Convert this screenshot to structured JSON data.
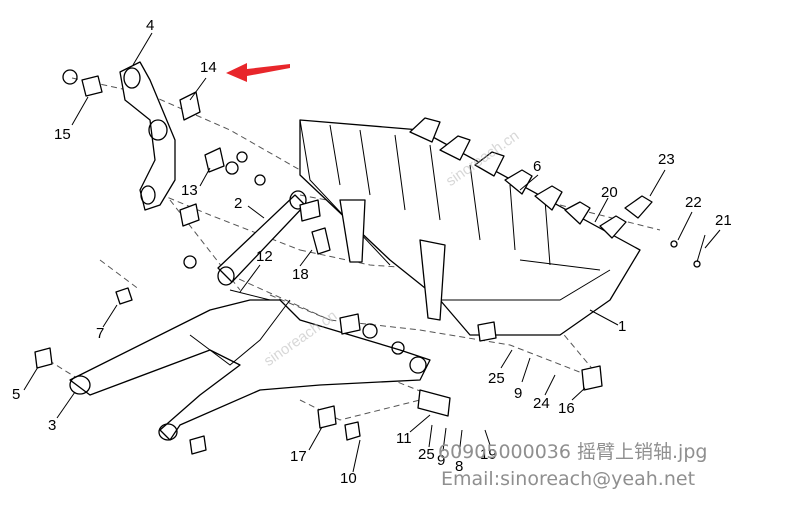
{
  "callouts": {
    "n1": "1",
    "n2": "2",
    "n3": "3",
    "n4": "4",
    "n5": "5",
    "n6": "6",
    "n7": "7",
    "n8": "8",
    "n9a": "9",
    "n9b": "9",
    "n10": "10",
    "n11": "11",
    "n12": "12",
    "n13": "13",
    "n14": "14",
    "n15": "15",
    "n16": "16",
    "n17": "17",
    "n18": "18",
    "n19": "19",
    "n20": "20",
    "n21": "21",
    "n22": "22",
    "n23": "23",
    "n24": "24",
    "n25a": "25",
    "n25b": "25"
  },
  "watermark": "sinoreach.cn",
  "caption": {
    "file": "60905000036 摇臂上销轴.jpg",
    "email": "Email:sinoreach@yeah.net"
  },
  "colors": {
    "arrow": "#e8262b",
    "caption": "#8f8f8f",
    "line": "#000000"
  }
}
